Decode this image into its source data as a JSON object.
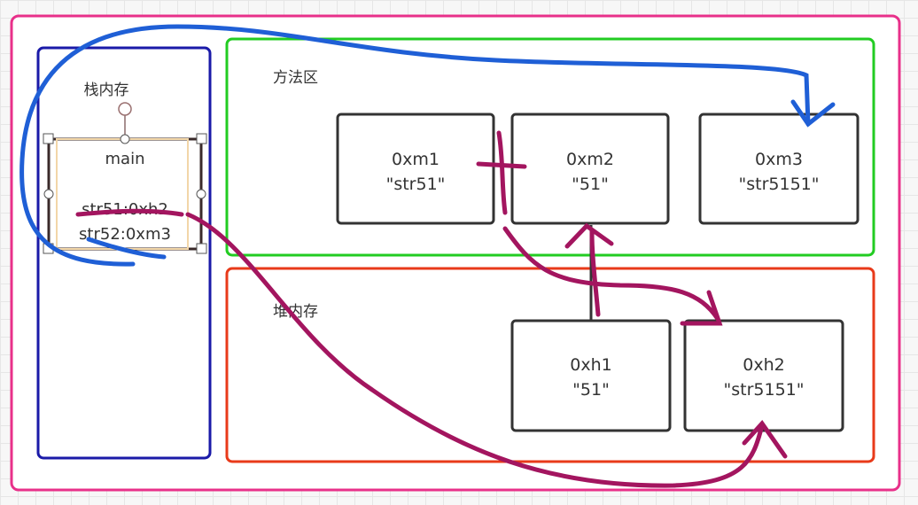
{
  "regions": {
    "stack_label": "栈内存",
    "method_area_label": "方法区",
    "heap_label": "堆内存"
  },
  "stack_frame": {
    "title": "main",
    "vars": [
      "str51:0xh2",
      "str52:0xm3"
    ]
  },
  "method_boxes": [
    {
      "addr": "0xm1",
      "value": "\"str51\""
    },
    {
      "addr": "0xm2",
      "value": "\"51\""
    },
    {
      "addr": "0xm3",
      "value": "\"str5151\""
    }
  ],
  "heap_boxes": [
    {
      "addr": "0xh1",
      "value": "\"51\""
    },
    {
      "addr": "0xh2",
      "value": "\"str5151\""
    }
  ],
  "colors": {
    "outer": "#e8308a",
    "stack": "#1a1aa8",
    "method": "#22cc22",
    "heap": "#e83a1a",
    "pen_blue": "#1f5fd6",
    "pen_purple": "#a3155f"
  }
}
